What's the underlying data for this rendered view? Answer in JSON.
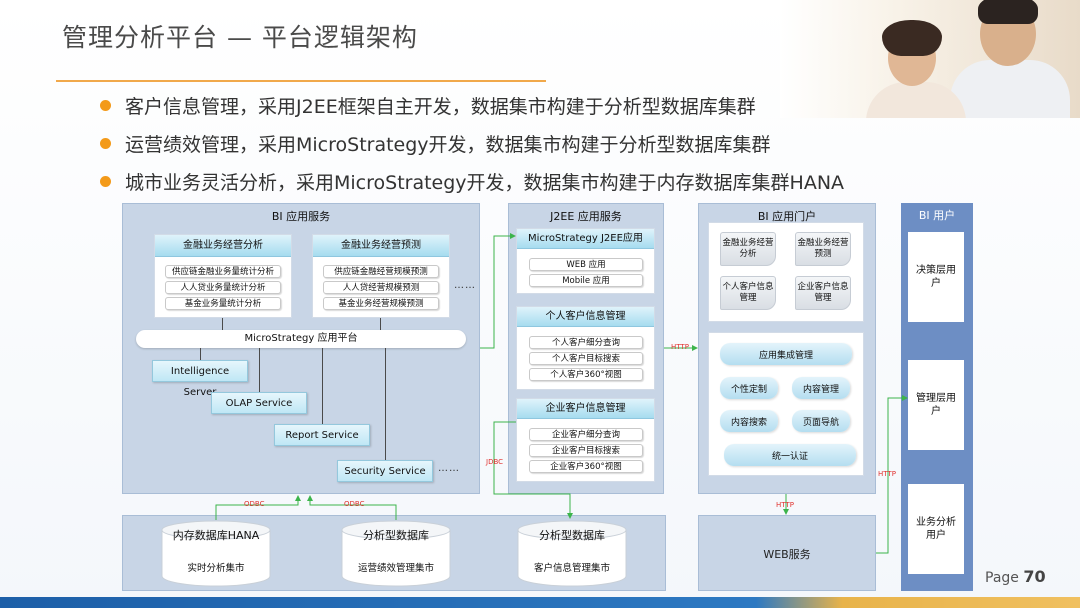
{
  "header": {
    "title": "管理分析平台 — 平台逻辑架构"
  },
  "bullets": [
    "客户信息管理，采用J2EE框架自主开发，数据集市构建于分析型数据库集群",
    "运营绩效管理，采用MicroStrategy开发，数据集市构建于分析型数据库集群",
    "城市业务灵活分析，采用MicroStrategy开发，数据集市构建于内存数据库集群HANA"
  ],
  "bi_app_service": {
    "title": "BI 应用服务",
    "group1": {
      "title": "金融业务经营分析",
      "items": [
        "供应链金融业务量统计分析",
        "人人贷业务量统计分析",
        "基金业务量统计分析"
      ]
    },
    "group2": {
      "title": "金融业务经营预测",
      "items": [
        "供应链金融经营规模预测",
        "人人贷经营规模预测",
        "基金业务经营规模预测"
      ]
    },
    "ellipsis": "……",
    "platform": "MicroStrategy 应用平台",
    "services": [
      "Intelligence Server",
      "OLAP Service",
      "Report Service",
      "Security Service"
    ],
    "service_ellipsis": "……"
  },
  "j2ee_service": {
    "title": "J2EE 应用服务",
    "ms_app": {
      "title": "MicroStrategy J2EE应用",
      "items": [
        "WEB 应用",
        "Mobile 应用"
      ]
    },
    "personal": {
      "title": "个人客户信息管理",
      "items": [
        "个人客户细分查询",
        "个人客户目标搜索",
        "个人客户360°视图"
      ]
    },
    "enterprise": {
      "title": "企业客户信息管理",
      "items": [
        "企业客户细分查询",
        "企业客户目标搜索",
        "企业客户360°视图"
      ]
    }
  },
  "bi_portal": {
    "title": "BI 应用门户",
    "tiles": [
      "金融业务经营分析",
      "金融业务经营预测",
      "个人客户信息管理",
      "企业客户信息管理"
    ],
    "integration": "应用集成管理",
    "functions": [
      "个性定制",
      "内容管理",
      "内容搜索",
      "页面导航"
    ],
    "sso": "统一认证"
  },
  "bi_users": {
    "title": "BI 用户",
    "items": [
      "决策层用户",
      "管理层用户",
      "业务分析用户"
    ]
  },
  "data_layer": {
    "db1": {
      "title": "内存数据库HANA",
      "sub": "实时分析集市"
    },
    "db2": {
      "title": "分析型数据库",
      "sub": "运营绩效管理集市"
    },
    "db3": {
      "title": "分析型数据库",
      "sub": "客户信息管理集市"
    },
    "web_service": "WEB服务"
  },
  "connectors": {
    "http": "HTTP",
    "jdbc": "JDBC",
    "odbc": "ODBC"
  },
  "footer": {
    "page_label": "Page",
    "page_number": "70"
  },
  "colors": {
    "accent_orange": "#f39a1a",
    "panel_blue": "#c8d5e6",
    "user_panel": "#6d8ec4",
    "connector_green": "#3cb44b",
    "label_red": "#e0322f"
  }
}
